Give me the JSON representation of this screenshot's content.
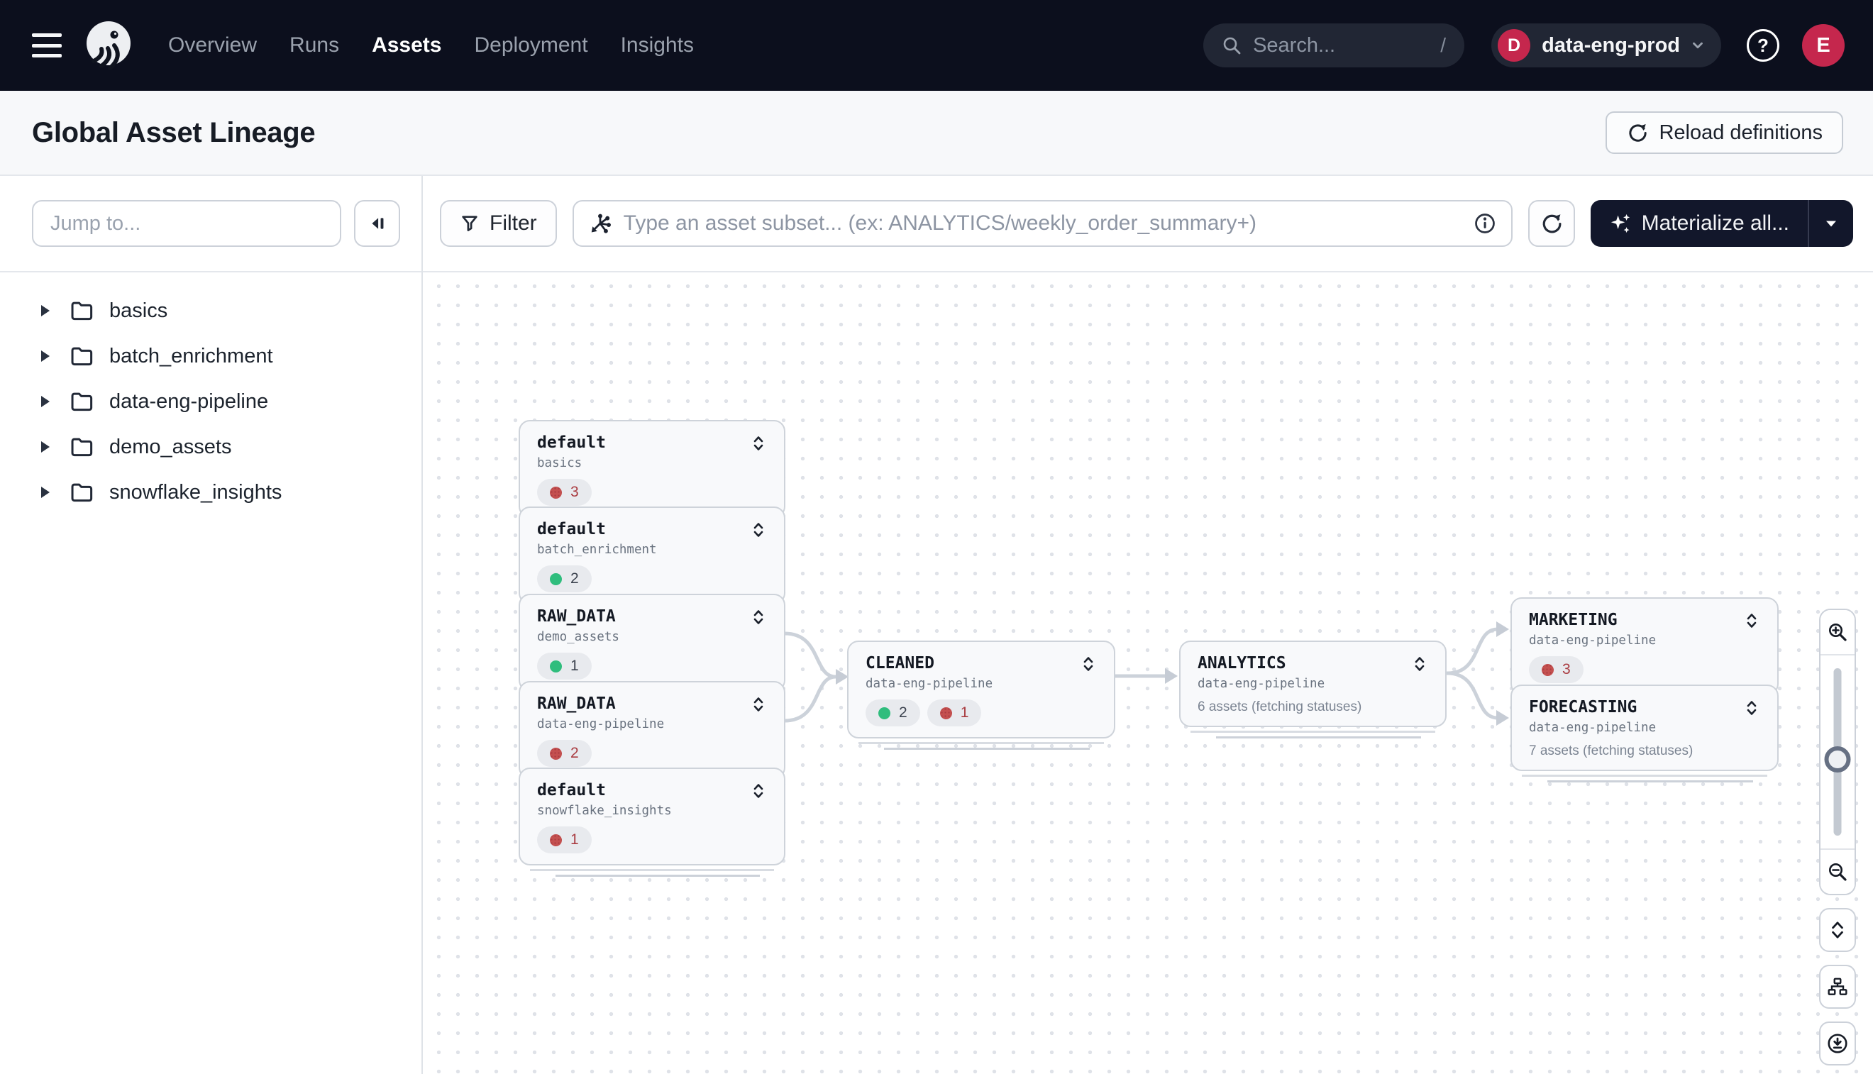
{
  "colors": {
    "nav_bg": "#0c0f1d",
    "accent_red": "#c5274d",
    "status_green": "#2fbd7d",
    "status_red": "#c4504f",
    "edge_gray": "#ccd2da",
    "materialize_button_bg": "#12172b"
  },
  "nav": {
    "items": [
      {
        "label": "Overview",
        "active": false
      },
      {
        "label": "Runs",
        "active": false
      },
      {
        "label": "Assets",
        "active": true
      },
      {
        "label": "Deployment",
        "active": false
      },
      {
        "label": "Insights",
        "active": false
      }
    ],
    "search": {
      "placeholder": "Search...",
      "shortcut": "/"
    },
    "workspace": {
      "initial": "D",
      "name": "data-eng-prod"
    },
    "user_initial": "E",
    "help_glyph": "?"
  },
  "header": {
    "title": "Global Asset Lineage",
    "reload_button": "Reload definitions"
  },
  "sidebar": {
    "jump_placeholder": "Jump to...",
    "groups": [
      "basics",
      "batch_enrichment",
      "data-eng-pipeline",
      "demo_assets",
      "snowflake_insights"
    ]
  },
  "toolbar": {
    "filter_label": "Filter",
    "subset_placeholder": "Type an asset subset... (ex: ANALYTICS/weekly_order_summary+)",
    "materialize_label": "Materialize all..."
  },
  "graph": {
    "nodes": [
      {
        "title": "default",
        "subtitle": "basics",
        "badges": [
          {
            "status": "failed",
            "count": "3"
          }
        ]
      },
      {
        "title": "default",
        "subtitle": "batch_enrichment",
        "badges": [
          {
            "status": "materialized",
            "count": "2"
          }
        ]
      },
      {
        "title": "RAW_DATA",
        "subtitle": "demo_assets",
        "badges": [
          {
            "status": "materialized",
            "count": "1"
          }
        ]
      },
      {
        "title": "RAW_DATA",
        "subtitle": "data-eng-pipeline",
        "badges": [
          {
            "status": "failed",
            "count": "2"
          }
        ]
      },
      {
        "title": "default",
        "subtitle": "snowflake_insights",
        "badges": [
          {
            "status": "failed",
            "count": "1"
          }
        ]
      },
      {
        "title": "CLEANED",
        "subtitle": "data-eng-pipeline",
        "badges": [
          {
            "status": "materialized",
            "count": "2"
          },
          {
            "status": "failed",
            "count": "1"
          }
        ]
      },
      {
        "title": "ANALYTICS",
        "subtitle": "data-eng-pipeline",
        "note": "6 assets (fetching statuses)"
      },
      {
        "title": "MARKETING",
        "subtitle": "data-eng-pipeline",
        "badges": [
          {
            "status": "failed",
            "count": "3"
          }
        ]
      },
      {
        "title": "FORECASTING",
        "subtitle": "data-eng-pipeline",
        "note": "7 assets (fetching statuses)"
      }
    ],
    "edges": [
      {
        "from": "RAW_DATA/demo_assets",
        "to": "CLEANED/data-eng-pipeline"
      },
      {
        "from": "RAW_DATA/data-eng-pipeline",
        "to": "CLEANED/data-eng-pipeline"
      },
      {
        "from": "CLEANED/data-eng-pipeline",
        "to": "ANALYTICS/data-eng-pipeline"
      },
      {
        "from": "ANALYTICS/data-eng-pipeline",
        "to": "MARKETING/data-eng-pipeline"
      },
      {
        "from": "ANALYTICS/data-eng-pipeline",
        "to": "FORECASTING/data-eng-pipeline"
      }
    ]
  },
  "icons": {
    "menu-icon": "three horizontal bars",
    "dagster-logo": "white circle mascot",
    "search-icon": "magnifier",
    "chevron-down-icon": "v caret",
    "help-icon": "? in circle",
    "reload-icon": "circular arrow",
    "panel-collapse-icon": "left triangle with bar",
    "caret-right-icon": "right triangle",
    "folder-icon": "folder outline",
    "filter-icon": "funnel",
    "op-selector-icon": "node with spokes and arrow",
    "info-icon": "i in circle",
    "sparkle-icon": "four point stars",
    "unfold-icon": "stacked chevrons",
    "zoom-in-icon": "magnifier plus",
    "zoom-out-icon": "magnifier minus",
    "layout-tree-icon": "org chart boxes",
    "download-icon": "down arrow in circle"
  }
}
